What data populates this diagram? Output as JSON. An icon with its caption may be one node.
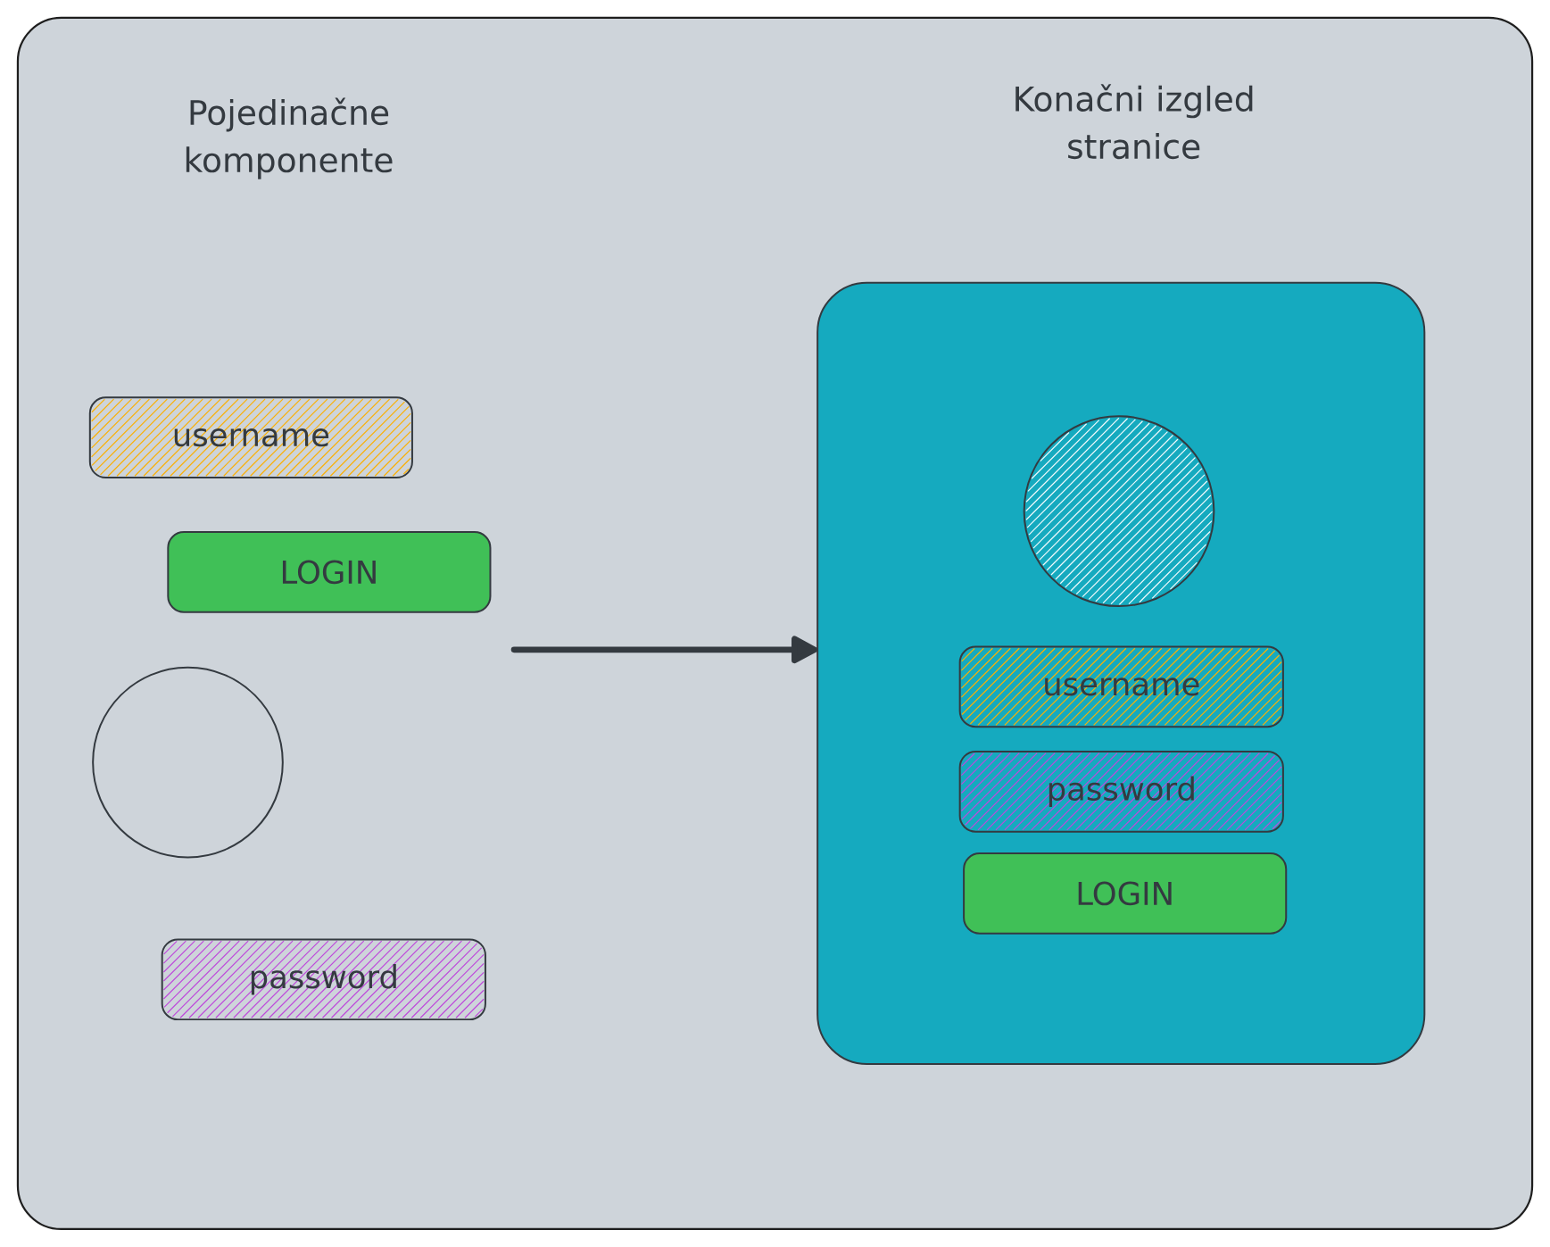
{
  "diagram": {
    "nodes": [
      {
        "text": [
          "username"
        ]
      },
      {
        "text": [
          "LOGIN"
        ]
      },
      {
        "text": [],
        "shape": "circle"
      },
      {
        "text": [
          "password"
        ]
      },
      {
        "text": [],
        "shape": "box"
      },
      {
        "text": [],
        "shape": "circle",
        "in": 4
      },
      {
        "text": [
          "username"
        ],
        "in": 4
      },
      {
        "text": [
          "password"
        ],
        "in": 4
      },
      {
        "text": [
          "LOGIN"
        ],
        "in": 4
      }
    ],
    "edges": [
      {
        "from": null,
        "to": 4,
        "arrow": "to"
      }
    ],
    "labels": [
      "Pojedinačne komponente",
      "Konačni izgled stranice"
    ]
  }
}
